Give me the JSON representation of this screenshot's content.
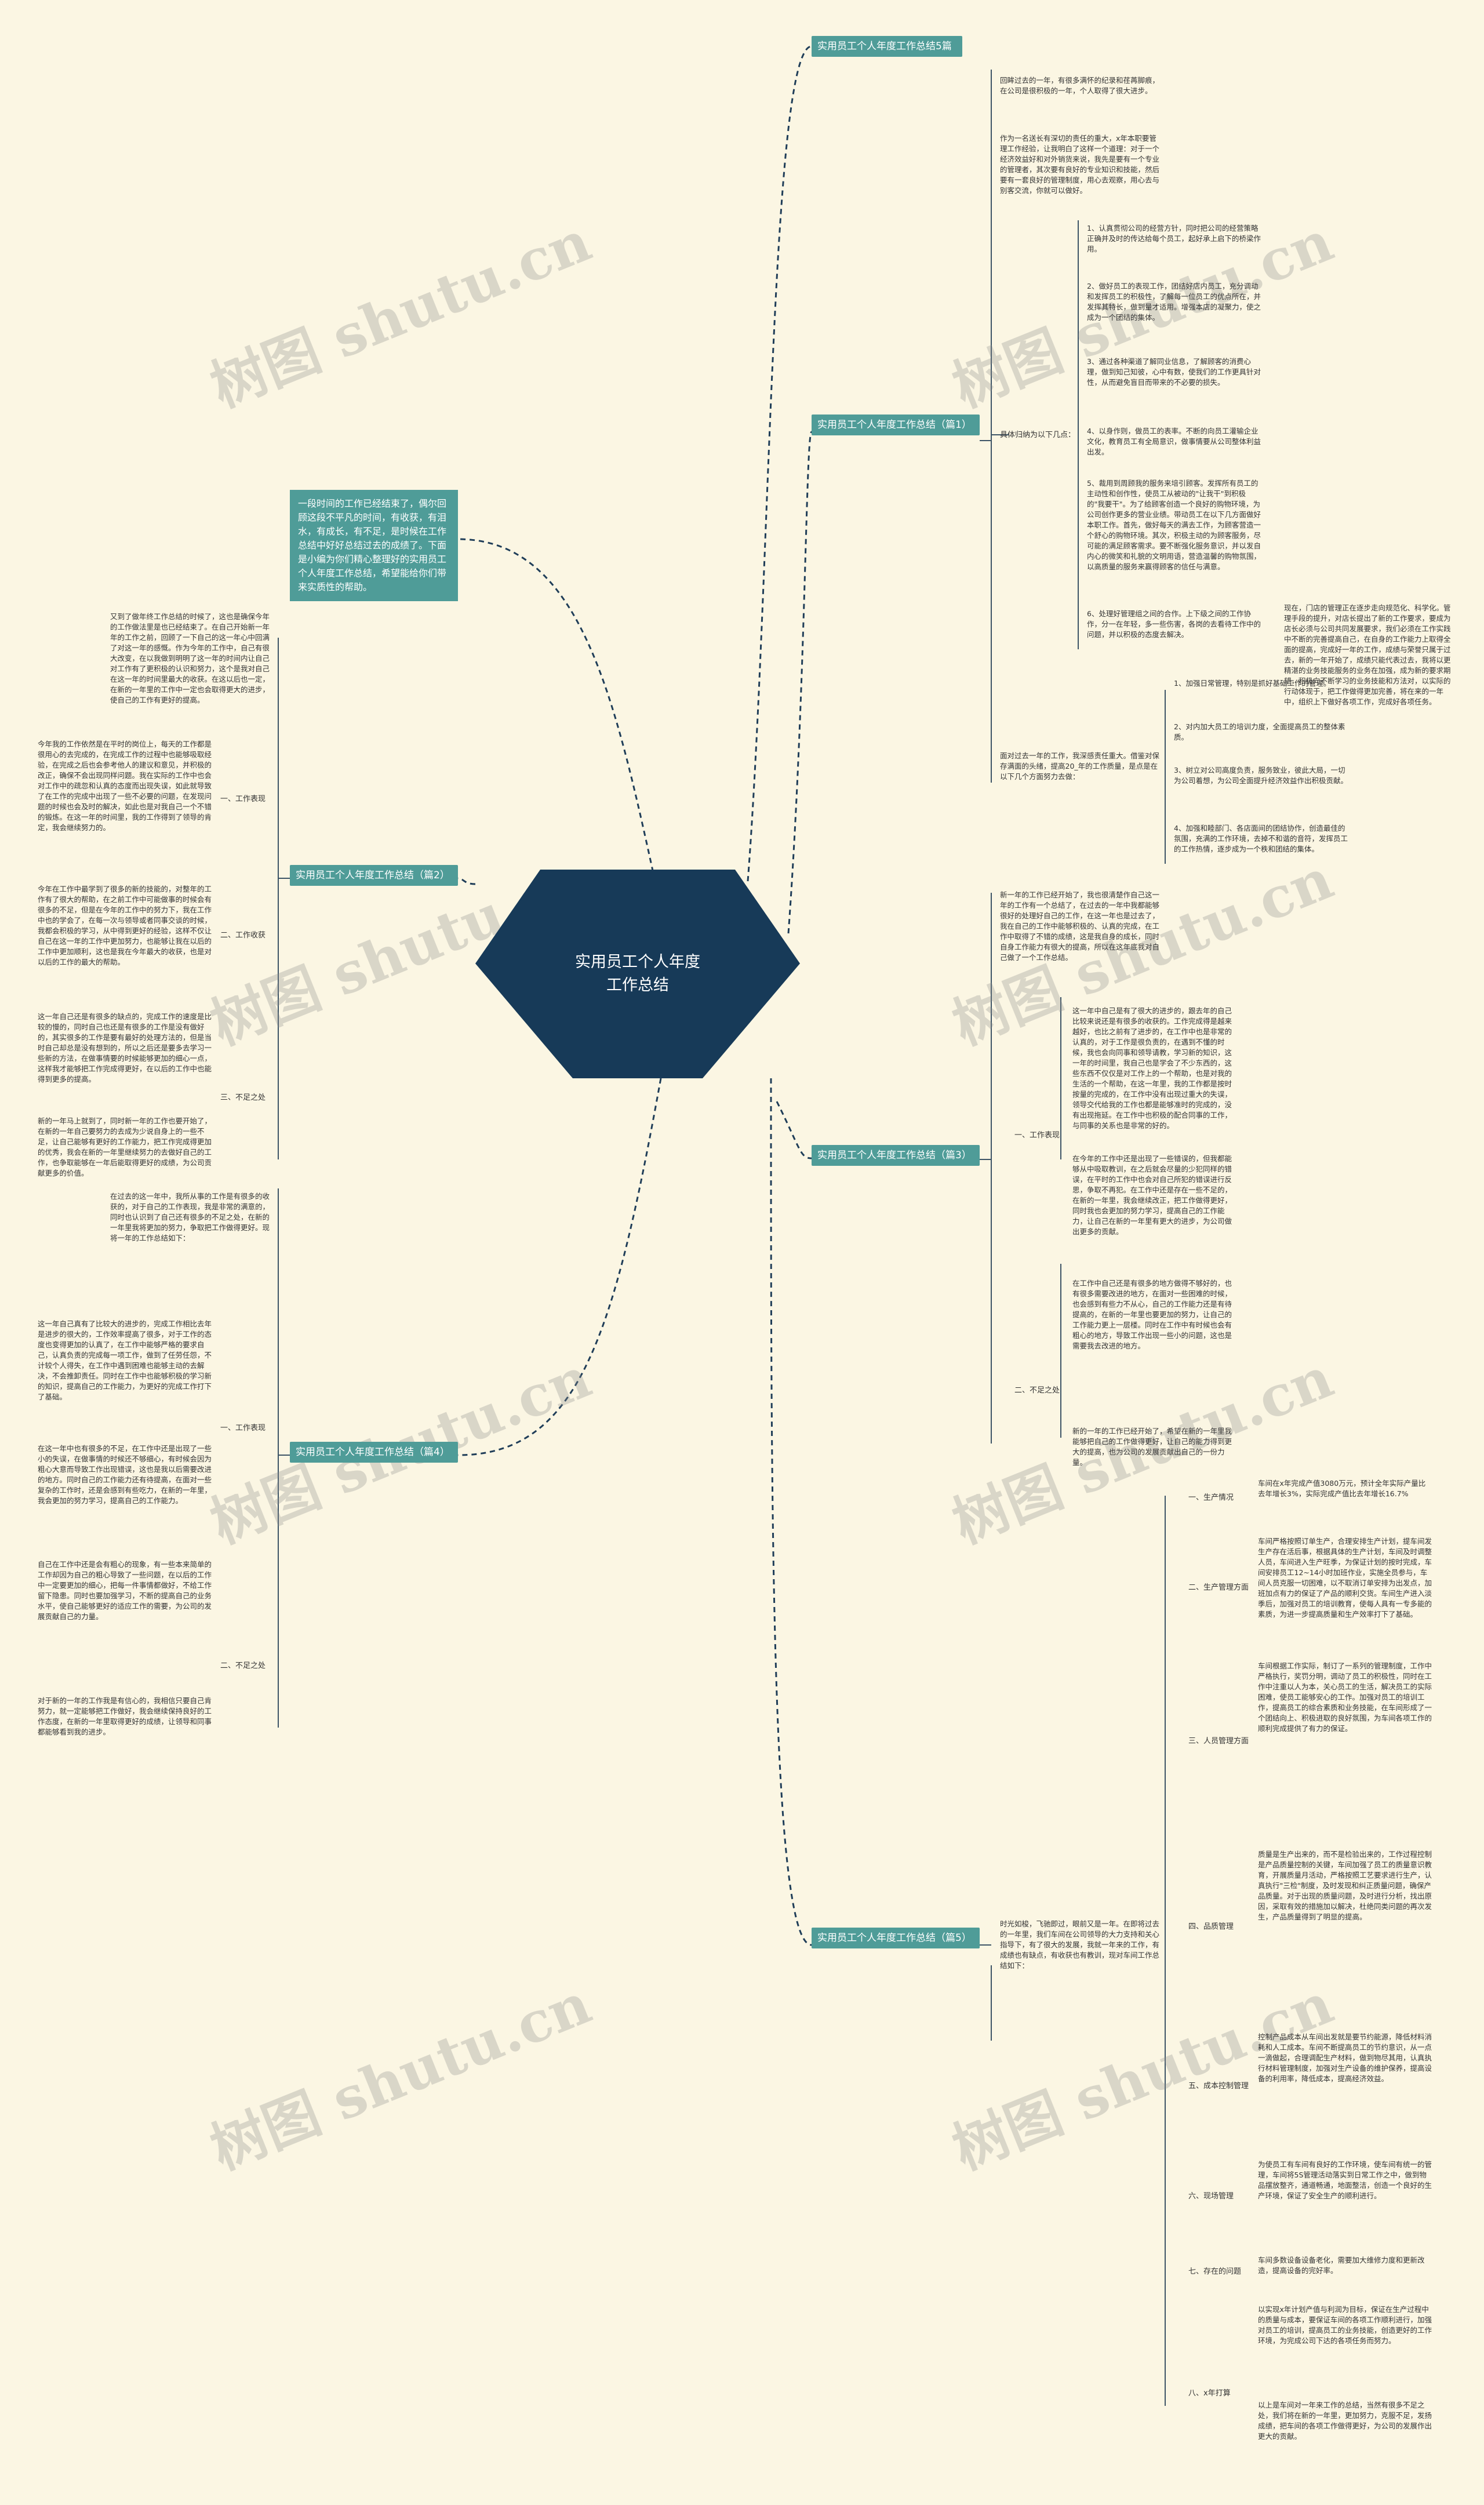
{
  "center": {
    "title": "实用员工个人年度工作总结"
  },
  "intro": "一段时间的工作已经结束了，偶尔回顾这段不平凡的时间，有收获，有泪水，有成长，有不足，是时候在工作总结中好好总结过去的成绩了。下面是小编为你们精心整理好的实用员工个人年度工作总结，希望能给你们带来实质性的帮助。",
  "watermark": "树图 shutu.cn",
  "branches": {
    "b0": "实用员工个人年度工作总结5篇",
    "b1": "实用员工个人年度工作总结（篇1）",
    "b2": "实用员工个人年度工作总结（篇2）",
    "b3": "实用员工个人年度工作总结（篇3）",
    "b4": "实用员工个人年度工作总结（篇4）",
    "b5": "实用员工个人年度工作总结（篇5）"
  },
  "p1": {
    "t1": "回眸过去的一年，有很多满怀的纪录和荏苒脚痕，在公司是很积极的一年，个人取得了很大进步。",
    "t2": "作为一名送长有深切的责任的重大，x年本职要管理工作经验，让我明白了这样一个道理：对于一个经济效益好和对外销货来说，我先是要有一个专业的管理者，其次要有良好的专业知识和技能，然后要有一套良好的管理制度，用心去观察，用心去与别客交流，你就可以做好。",
    "label": "具体归纳为以下几点：",
    "s1": "1、认真贯彻公司的经营方针，同时把公司的经营策略正确并及时的传达给每个员工，起好承上启下的桥梁作用。",
    "s2": "2、做好员工的表现工作，团结好店内员工，充分调动和发挥员工的积极性，了解每一位员工的优点所在，并发挥其特长，做到量才适用。增强本店的凝聚力，使之成为一个团结的集体。",
    "s3": "3、通过各种渠道了解同业信息，了解顾客的消费心理，做到知己知彼，心中有数，使我们的工作更具针对性，从而避免盲目而带来的不必要的损失。",
    "s4": "4、以身作则，做员工的表率。不断的向员工灌输企业文化，教育员工有全局意识，做事情要从公司整体利益出发。",
    "s5": "5、裁用到周顾我的服务来培引顾客。发挥所有员工的主动性和创作性，使员工从被动的\"让我干\"到积极的\"我要干\"。为了给顾客创造一个良好的购物环境，为公司创作更多的营业业绩。带动员工在以下几方面做好本职工作。首先，做好每天的满去工作，为顾客营造一个舒心的购物环境。其次，积极主动的为顾客服务，尽可能的满足顾客需求。要不断强化服务意识，并以发自内心的微笑和礼貌的文明用语，营造温馨的购物氛围，以高质量的服务来赢得顾客的信任与满意。",
    "s6": "6、处理好管理组之间的合作。上下级之间的工作协作，分一在年轻，多一些伤害，各岗的去看待工作中的问题，并以积极的态度去解决。",
    "s6b": "现在，门店的管理正在逐步走向规范化、科学化。管理手段的提升，对店长提出了新的工作要求，要成为店长必须与公司共同发展要求，我们必须在工作实践中不断的完善提高自己，在自身的工作能力上取得全面的提高，完成好一年的工作，成绩与荣誉只属于过去，新的一年开始了，成绩只能代表过去，我将以更精湛的业务技能服务的业务在加强，成为新的要求期望，积极向不断学习的业务技能和方法对，以实际的行动体现于，把工作做得更加完善，将在来的一年中，组织上下做好各项工作，完成好各项任务。",
    "lastlead": "面对过去一年的工作，我深感责任重大。借鉴对保存满面的头绪，提高20_年的工作质量，是点是在以下几个方面努力去做：",
    "l1": "1、加强日常管理，特别是抓好基础工作的管理。",
    "l2": "2、对内加大员工的培训力度，全面提高员工的整体素质。",
    "l3": "3、树立对公司高度负责，服务致业，彼此大局，一切为公司着想，为公司全面提升经济效益作出积极贡献。",
    "l4": "4、加强和睦部门、各店面间的团结协作，创造最佳的氛围，充满的工作环境，去掉不和谐的音符，发挥员工的工作热情，逐步成为一个秩和团结的集体。"
  },
  "p2": {
    "intro": "又到了做年终工作总结的时候了，这也是确保今年的工作做法里是也已经结束了。在自己开始新一年年的工作之前，回顾了一下自己的这一年心中回满了对这一年的感慨。作为今年的工作中，自己有很大改变，在以我做到明明了这一年的时间内让自己对工作有了更积极的认识和努力，这个是我对自己在这一年的时间里最大的收获。在这以后也一定，在新的一年里的工作中一定也会取得更大的进步，使自己的工作有更好的提高。",
    "lab1": "一、工作表现",
    "t1": "今年我的工作依然是在平时的岗位上，每天的工作都是很用心的去完成的，在完成工作的过程中也能够吸取经验，在完成之后也会参考他人的建议和意见，并积极的改正，确保不会出现同样问题。我在实际的工作中也会对工作中的疏忽和认真的态度而出现失误，如此就导致了在工作的完成中出现了一些不必要的问题，在发现问题的时候也会及时的解决，如此也是对我自己一个不错的锻炼。在这一年的时间里，我的工作得到了领导的肯定，我会继续努力的。",
    "t2": "今年在工作中最学到了很多的新的技能的，对整年的工作有了很大的帮助，在之前工作中可能做事的时候会有很多的不足，但是在今年的工作中的努力下，我在工作中也的学会了，在每一次与领导或者同事交谈的时候，我都会积极的学习，从中得到更好的经验，这样不仅让自己在这一年的工作中更加努力，也能够让我在以后的工作中更加顺利，这也是我在今年最大的收获，也是对以后的工作的最大的帮助。",
    "lab2": "二、工作收获",
    "t3": "这一年自己还是有很多的缺点的，完成工作的速度是比较的慢的，同时自己也还是有很多的工作是没有做好的，其实很多的工作是要有最好的处理方法的，但是当时自己却总是没有想到的，所以之后还是要多去学习一些新的方法，在做事情要的时候能够更加的细心一点，这样我才能够把工作完成得更好，在以后的工作中也能得到更多的提高。",
    "lab3": "三、不足之处",
    "t4": "新的一年马上就到了，同时新一年的工作也要开始了，在新的一年自己要努力的去成为少说自身上的一些不足，让自己能够有更好的工作能力，把工作完成得更加的优秀，我会在新的一年里继续努力的去做好自己的工作，也争取能够在一年后能取得更好的成绩，为公司贡献更多的价值。"
  },
  "p3": {
    "intro": "新一年的工作已经开始了，我也很清楚作自己这一年的工作有一个总结了，在过去的一年中我都能够很好的处理好自己的工作，在这一年也是过去了，我在自己的工作中能够积极的、认真的完成，在工作中取得了不错的成绩，这是我自身的成长，同时自身工作能力有很大的提高，所以在这年底我对自己做了一个工作总结。",
    "lab1": "一、工作表现",
    "t1": "这一年中自己是有了很大的进步的，跟去年的自己比较来说还是有很多的收获的。工作完成得是越来越好，也比之前有了进步的，在工作中也是非常的认真的，对于工作是很负责的，在遇到不懂的时候，我也会向同事和领导请教，学习新的知识，这一年的时间里，我自己也是学会了不少东西的，这些东西不仅仅是对工作上的一个帮助，也是对我的生活的一个帮助，在这一年里，我的工作都是按时按量的完成的，在工作中没有出现过重大的失误，领导交代给我的工作也都是能够准时的完成的，没有出现拖延。在工作中也积极的配合同事的工作，与同事的关系也是非常的好的。",
    "t2": "在今年的工作中还是出现了一些错误的，但我都能够从中吸取教训，在之后就会尽量的少犯同样的错误，在平时的工作中也会对自己所犯的错误进行反思，争取不再犯。在工作中还是存在一些不足的，在新的一年里，我会继续改正，把工作做得更好，同时我也会更加的努力学习，提高自己的工作能力，让自己在新的一年里有更大的进步，为公司做出更多的贡献。",
    "lab2": "二、不足之处",
    "t3": "在工作中自己还是有很多的地方做得不够好的，也有很多需要改进的地方，在面对一些困难的时候，也会感到有些力不从心，自己的工作能力还是有待提高的，在新的一年里也要更加的努力，让自己的工作能力更上一层楼。同时在工作中有时候也会有粗心的地方，导致工作出现一些小的问题，这也是需要我去改进的地方。",
    "t4": "新的一年的工作已经开始了，希望在新的一年里我能够把自己的工作做得更好，让自己的能力得到更大的提高，也为公司的发展贡献出自己的一份力量。"
  },
  "p4": {
    "intro": "在过去的这一年中，我所从事的工作是有很多的收获的，对于自己的工作表现，我是非常的满意的，同时也认识到了自己还有很多的不足之处，在新的一年里我将更加的努力，争取把工作做得更好。现将一年的工作总结如下：",
    "lab1": "一、工作表现",
    "t1": "这一年自己真有了比较大的进步的，完成工作相比去年是进步的很大的，工作效率提高了很多，对于工作的态度也变得更加的认真了，在工作中能够严格的要求自己，认真负责的完成每一项工作，做到了任劳任怨，不计较个人得失，在工作中遇到困难也能够主动的去解决，不会推卸责任。同时在工作中也能够积极的学习新的知识，提高自己的工作能力，为更好的完成工作打下了基础。",
    "t2": "在这一年中也有很多的不足，在工作中还是出现了一些小的失误，在做事情的时候还不够细心，有时候会因为粗心大意而导致工作出现错误，这也是我以后需要改进的地方。同时自己的工作能力还有待提高，在面对一些复杂的工作时，还是会感到有些吃力，在新的一年里，我会更加的努力学习，提高自己的工作能力。",
    "lab2": "二、不足之处",
    "t3": "自己在工作中还是会有粗心的现象，有一些本来简单的工作却因为自己的粗心导致了一些问题，在以后的工作中一定要更加的细心，把每一件事情都做好，不给工作留下隐患。同时也要加强学习，不断的提高自己的业务水平，使自己能够更好的适应工作的需要，为公司的发展贡献自己的力量。",
    "t4": "对于新的一年的工作我是有信心的，我相信只要自己肯努力，就一定能够把工作做好，我会继续保持良好的工作态度，在新的一年里取得更好的成绩，让领导和同事都能够看到我的进步。"
  },
  "p5": {
    "intro": "时光如梭，飞驰即过，眼前又是一年。在即将过去的一年里，我们车间在公司领导的大力支持和关心指导下，有了很大的发展，我就一年来的工作，有成绩也有缺点，有收获也有教训，现对车间工作总结如下：",
    "lab1": "一、生产情况",
    "t1": "车间在x年完成产值3080万元，预计全年实际产量比去年增长3%，实际完成产值比去年增长16.7%",
    "lab2": "二、生产管理方面",
    "t2": "车间严格按照订单生产，合理安排生产计划，提车间发生产存在活后事，根据具体的生产计划，车间及时调整人员，车间进入生产旺季，为保证计划的按时完成，车间安排员工12~14小时加班作业，实施全员参与，车间人员克服一切困难，以不取消订单安排为出发点，加班加点有力的保证了产品的顺利交货。车间生产进入淡季后，加强对员工的培训教育，使每人具有一专多能的素质，为进一步提高质量和生产效率打下了基础。",
    "lab3": "三、人员管理方面",
    "t3": "车间根据工作实际，制订了一系列的管理制度，工作中严格执行，奖罚分明，调动了员工的积极性，同时在工作中注重以人为本，关心员工的生活，解决员工的实际困难，使员工能够安心的工作。加强对员工的培训工作，提高员工的综合素质和业务技能，在车间形成了一个团结向上、积极进取的良好氛围，为车间各项工作的顺利完成提供了有力的保证。",
    "lab4": "四、品质管理",
    "t4": "质量是生产出来的，而不是检验出来的，工作过程控制是产品质量控制的关键，车间加强了员工的质量意识教育，开展质量月活动，严格按照工艺要求进行生产，认真执行\"三检\"制度，及时发现和纠正质量问题，确保产品质量。对于出现的质量问题，及时进行分析，找出原因，采取有效的措施加以解决，杜绝同类问题的再次发生，产品质量得到了明显的提高。",
    "lab5": "五、成本控制管理",
    "t5": "控制产品成本从车间出发就是要节约能源，降低材料消耗和人工成本。车间不断提高员工的节约意识，从一点一滴做起，合理调配生产材料，做到物尽其用，认真执行材料管理制度，加强对生产设备的维护保养，提高设备的利用率，降低成本，提高经济效益。",
    "lab6": "六、现场管理",
    "t6": "为使员工有车间有良好的工作环境，使车间有统一的管理，车间将5S管理活动落实到日常工作之中，做到物品摆放整齐，通道畅通，地面整洁，创造一个良好的生产环境，保证了安全生产的顺利进行。",
    "lab7": "七、存在的问题",
    "t7": "车间多数设备设备老化，需要加大维修力度和更新改造，提高设备的完好率。",
    "lab8": "八、x年打算",
    "t8": "以实现x年计划产值与利润为目标，保证在生产过程中的质量与成本，要保证车间的各项工作顺利进行，加强对员工的培训，提高员工的业务技能，创造更好的工作环境，为完成公司下达的各项任务而努力。",
    "t9": "以上是车间对一年来工作的总结，当然有很多不足之处，我们将在新的一年里，更加努力，克服不足，发扬成绩，把车间的各项工作做得更好，为公司的发展作出更大的贡献。"
  }
}
